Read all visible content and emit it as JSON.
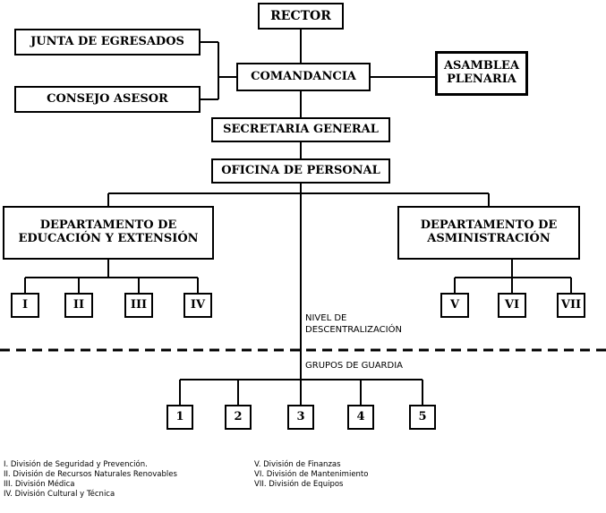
{
  "org": {
    "rector": "RECTOR",
    "junta": "JUNTA DE EGRESADOS",
    "consejo": "CONSEJO ASESOR",
    "comandancia": "COMANDANCIA",
    "asamblea_line1": "ASAMBLEA",
    "asamblea_line2": "PLENARIA",
    "secretaria": "SECRETARIA GENERAL",
    "oficina": "OFICINA DE PERSONAL",
    "dept_edu_line1": "DEPARTAMENTO DE",
    "dept_edu_line2": "EDUCACIÓN Y EXTENSIÓN",
    "dept_adm_line1": "DEPARTAMENTO DE",
    "dept_adm_line2": "ASMINISTRACIÓN",
    "divisions": [
      "I",
      "II",
      "III",
      "IV",
      "V",
      "VI",
      "VII"
    ],
    "nivel_line1": "NIVEL DE",
    "nivel_line2": "DESCENTRALIZACIÓN",
    "grupos_label": "GRUPOS DE GUARDIA",
    "grupos": [
      "1",
      "2",
      "3",
      "4",
      "5"
    ]
  },
  "legend": {
    "left": [
      "I. División de Seguridad y Prevención.",
      "II. División de Recursos Naturales Renovables",
      "III. División Médica",
      "IV. División Cultural y Técnica"
    ],
    "right": [
      "V. División de Finanzas",
      "VI. División de Mantenimiento",
      "VII. División de Equipos"
    ]
  }
}
